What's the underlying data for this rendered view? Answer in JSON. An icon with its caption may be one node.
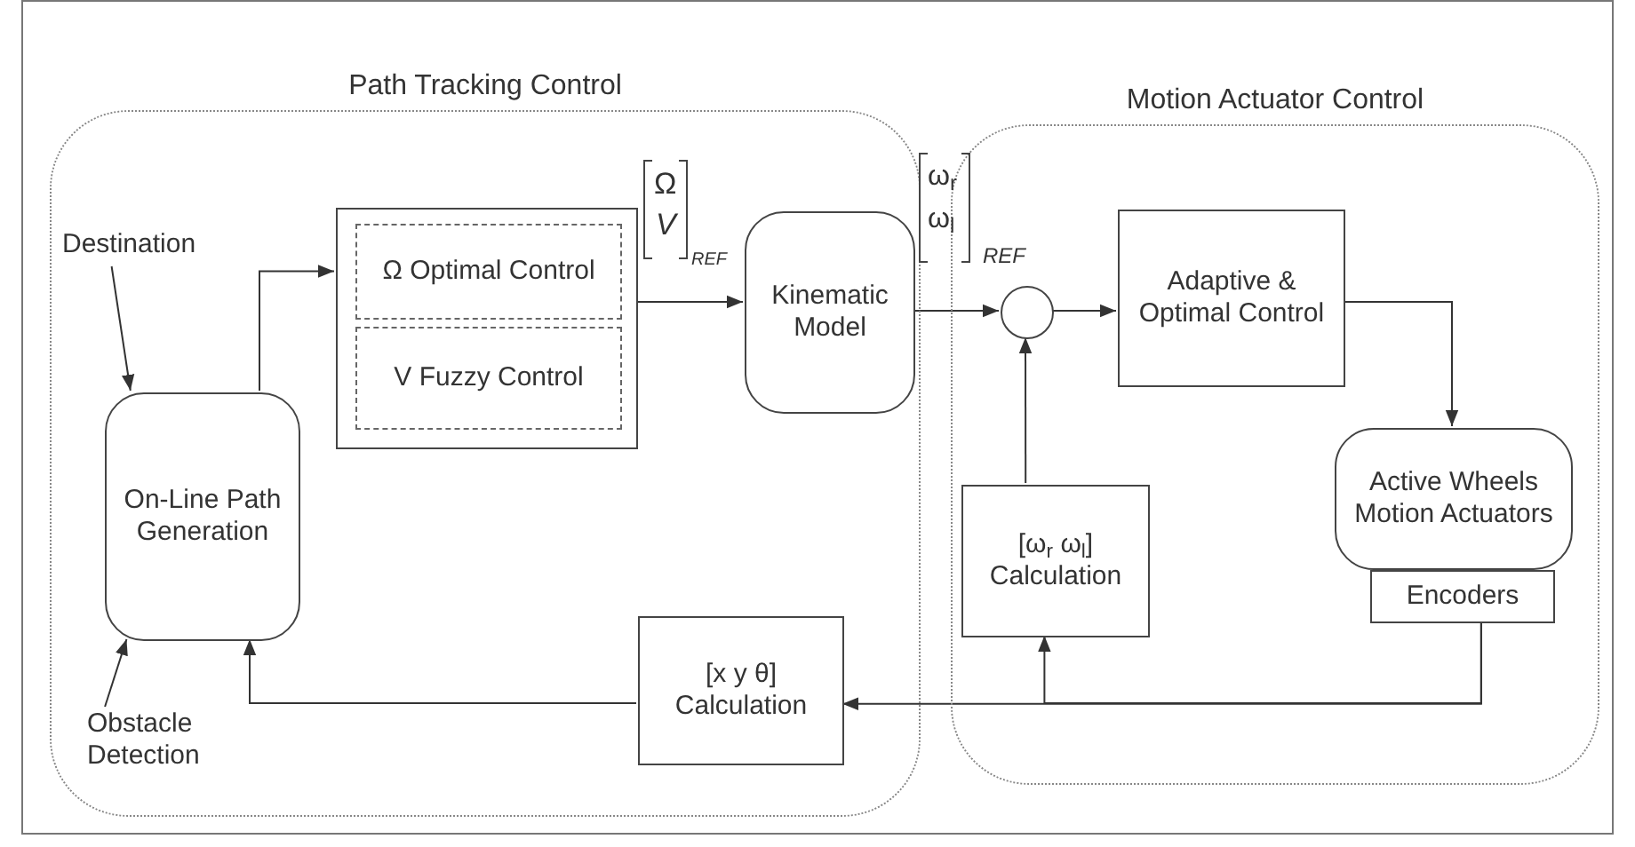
{
  "diagram": {
    "nodes": [
      {
        "text": [
          "Path Tracking Control"
        ]
      },
      {
        "text": [
          "Motion Actuator Control"
        ]
      },
      {
        "text": [
          "Destination"
        ],
        "in": 0
      },
      {
        "text": [
          "On-Line Path Generation"
        ],
        "in": 0
      },
      {
        "text": [
          "Obstacle Detection"
        ],
        "in": 0
      },
      {
        "text": [],
        "shape": "box",
        "in": 0
      },
      {
        "text": [
          "Ω Optimal Control"
        ],
        "in": 5
      },
      {
        "text": [
          "V Fuzzy Control"
        ],
        "in": 5
      },
      {
        "text": [
          "Kinematic Model"
        ],
        "in": 0
      },
      {
        "text": [],
        "shape": "circle",
        "in": 1
      },
      {
        "text": [
          "Adaptive & Optimal Control"
        ],
        "in": 1
      },
      {
        "text": [
          "Active Wheels Motion Actuators"
        ],
        "in": 1
      },
      {
        "text": [
          "Encoders"
        ],
        "in": 1
      },
      {
        "text": [
          "[ω$_{r}$ ω$_{l}$] Calculation"
        ],
        "in": 1
      },
      {
        "text": [
          "[x y θ] Calculation"
        ],
        "in": 0
      }
    ],
    "edges": [
      {
        "from": 2,
        "to": 3,
        "arrow": "to"
      },
      {
        "from": 4,
        "to": 3,
        "arrow": "to"
      },
      {
        "from": 3,
        "to": 5,
        "arrow": "to"
      },
      {
        "from": 5,
        "to": 8,
        "arrow": "to"
      },
      {
        "from": 8,
        "to": 9,
        "arrow": "to"
      },
      {
        "from": 9,
        "to": 10,
        "arrow": "to"
      },
      {
        "from": 10,
        "to": 11,
        "arrow": "to"
      },
      {
        "from": 12,
        "to": 14,
        "arrow": "to"
      },
      {
        "from": 12,
        "to": 13,
        "arrow": "to"
      },
      {
        "from": 14,
        "to": 3,
        "arrow": "to"
      },
      {
        "from": 13,
        "to": 9,
        "arrow": "to"
      }
    ],
    "labels": [
      "Ω",
      "V",
      "REF",
      "ω$_{r}$",
      "ω$_{l}$",
      "REF"
    ]
  }
}
